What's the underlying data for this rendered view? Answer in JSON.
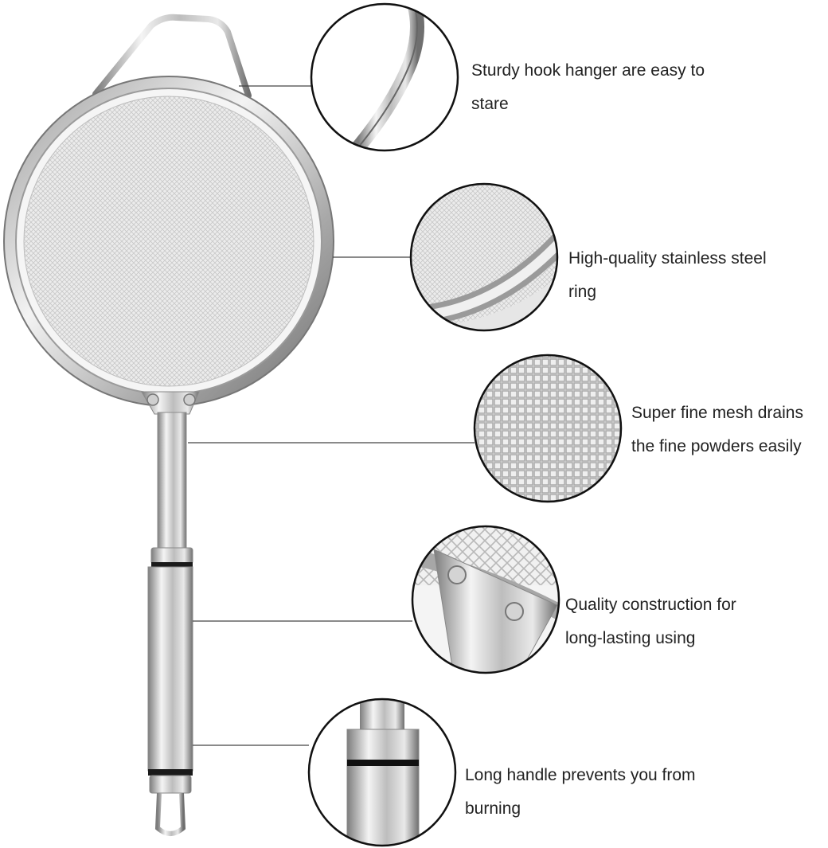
{
  "image": {
    "subject": "stainless steel fine mesh strainer",
    "colors": {
      "background": "#ffffff",
      "text": "#222222",
      "leader_line": "#444444",
      "callout_ring": "#111111",
      "steel_light": "#f2f2f2",
      "steel_dark": "#8a8a8a",
      "mesh": "#d9d9d9"
    }
  },
  "callouts": [
    {
      "icon": "hook-hanger-detail-icon",
      "lines": [
        "Sturdy hook hanger are easy to",
        "stare"
      ]
    },
    {
      "icon": "steel-ring-detail-icon",
      "lines": [
        "High-quality stainless steel",
        "ring"
      ]
    },
    {
      "icon": "fine-mesh-detail-icon",
      "lines": [
        "Super fine mesh drains",
        "the fine powders easily"
      ]
    },
    {
      "icon": "rivet-joint-detail-icon",
      "lines": [
        "Quality construction for",
        "long-lasting using"
      ]
    },
    {
      "icon": "handle-detail-icon",
      "lines": [
        "Long handle prevents you from",
        "burning"
      ]
    }
  ]
}
